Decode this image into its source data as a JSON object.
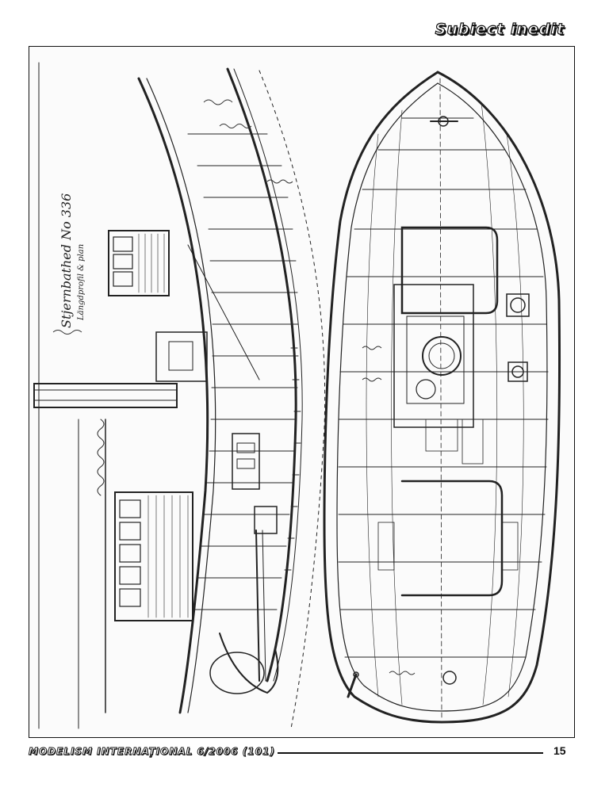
{
  "header": {
    "section_title": "Subiect inedit"
  },
  "plan": {
    "caption_title": "Stjernbathed No 336",
    "caption_sub": "Längdprofil & plan"
  },
  "footer": {
    "publication": "MODELISM INTERNAȚIONAL 6/2006 (101)",
    "page_number": "15"
  }
}
